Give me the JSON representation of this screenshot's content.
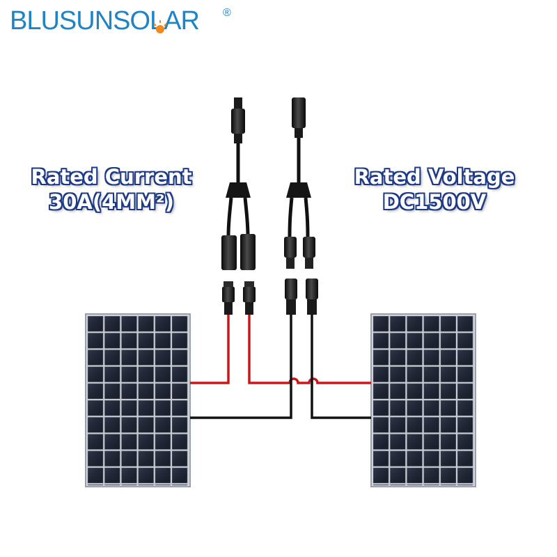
{
  "brand": {
    "logo_text": "BLUSUNSOLAR",
    "registered_mark": "®"
  },
  "left_label": {
    "line1": "Rated Current",
    "line2": "30A(4MM²)"
  },
  "right_label": {
    "line1": "Rated Voltage",
    "line2": "DC1500V"
  },
  "colors": {
    "brand_blue": "#1f84c6",
    "label_outline": "#1d3a86",
    "positive_wire": "#c8181c",
    "negative_wire": "#111111",
    "panel_cell": "#1c2230"
  },
  "icons": [
    "sun-icon",
    "solar-panel-left",
    "solar-panel-right",
    "y-branch-connector-positive",
    "y-branch-connector-negative"
  ]
}
